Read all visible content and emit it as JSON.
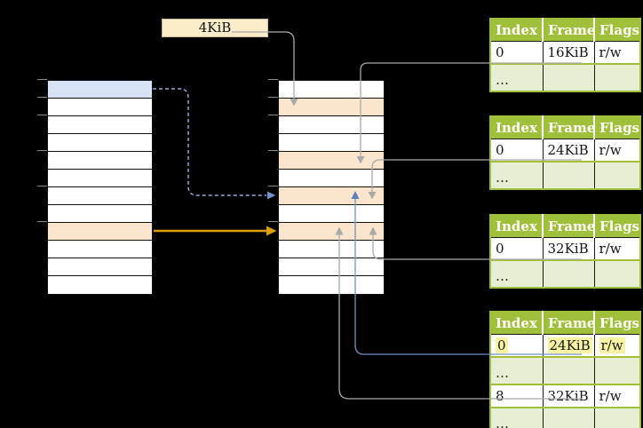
{
  "label_4kib": "4KiB",
  "table_headers": [
    "Index",
    "Frame",
    "Flags"
  ],
  "tables": [
    {
      "rows": [
        [
          "0",
          "16KiB",
          "r/w"
        ],
        [
          "…",
          "",
          ""
        ]
      ]
    },
    {
      "rows": [
        [
          "0",
          "24KiB",
          "r/w"
        ],
        [
          "…",
          "",
          ""
        ]
      ]
    },
    {
      "rows": [
        [
          "0",
          "32KiB",
          "r/w"
        ],
        [
          "…",
          "",
          ""
        ]
      ]
    },
    {
      "rows": [
        [
          "0",
          "24KiB",
          "r/w"
        ],
        [
          "…",
          "",
          ""
        ],
        [
          "8",
          "32KiB",
          "r/w"
        ],
        [
          "…",
          "",
          ""
        ]
      ],
      "highlighted_row": 0
    }
  ],
  "colors": {
    "green": "#A0C03C",
    "light_green": "#E6EFD2",
    "peach": "#FCE5CD",
    "blue_cell": "#D7E3F5",
    "cream": "#FBEDCA",
    "cream_border": "#C9BC92",
    "yellow_hl": "#F8F3A2",
    "gray_line": "#A9A9A9",
    "blue_line": "#7291C8",
    "blue_dash": "#8FA9D6",
    "blue_head": "#5E80BE",
    "orange_line": "#DF9F08",
    "tick": "#8A8A8A"
  }
}
